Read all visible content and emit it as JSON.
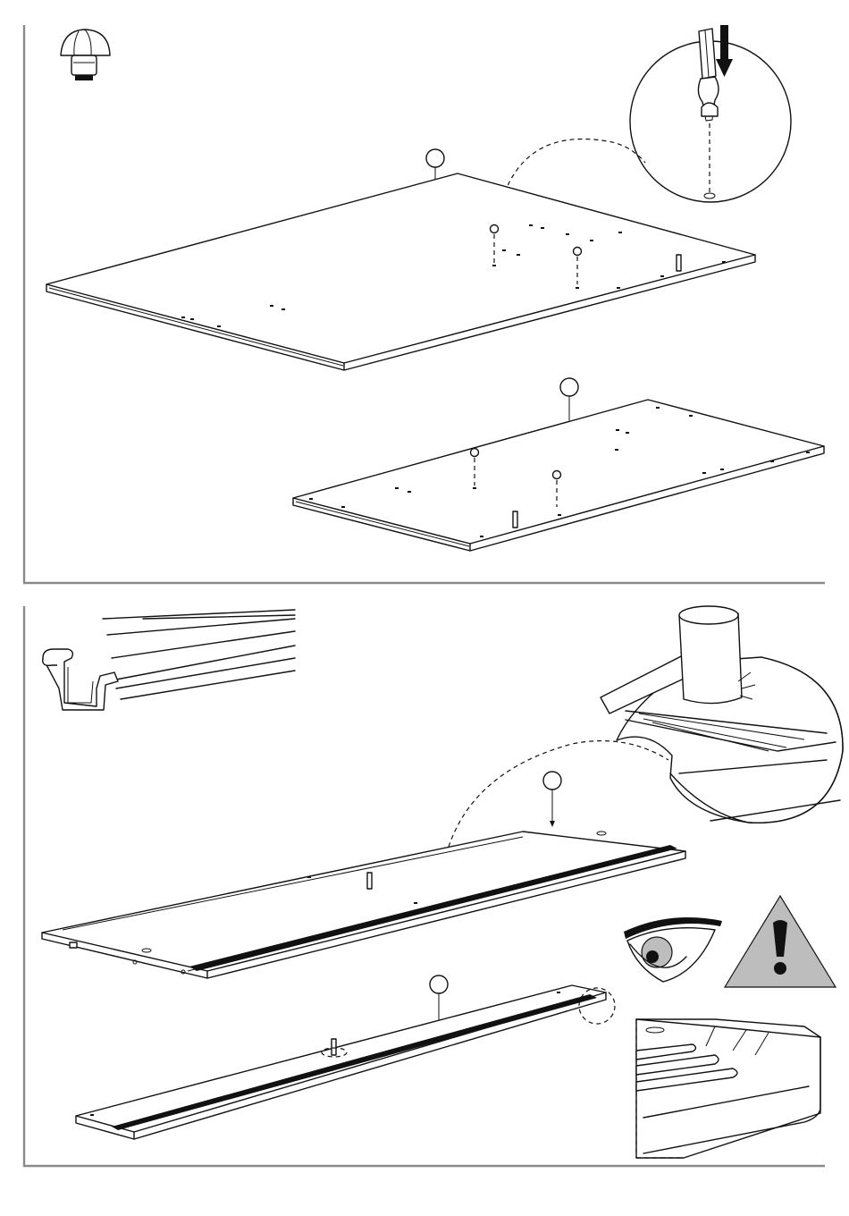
{
  "page": {
    "type": "assembly-instruction-sheet"
  },
  "panels": [
    {
      "id": "step-insert-caps",
      "parts": [
        "dome-cap-icon"
      ],
      "tools": [
        "screwdriver-icon"
      ],
      "callout": "zoom-circle-screwdriver-push-cap"
    },
    {
      "id": "step-insert-rail",
      "parts": [
        "rail-profile-icon"
      ],
      "tools": [
        "mallet-icon"
      ],
      "callout": "zoom-circle-mallet-tap-rail",
      "notices": [
        "eye-icon",
        "warning-triangle-icon",
        "detail-view-rail-end"
      ]
    }
  ],
  "colors": {
    "line": "#111111",
    "frame": "#8a8a8a",
    "warning_fill": "#bdbdbd"
  }
}
